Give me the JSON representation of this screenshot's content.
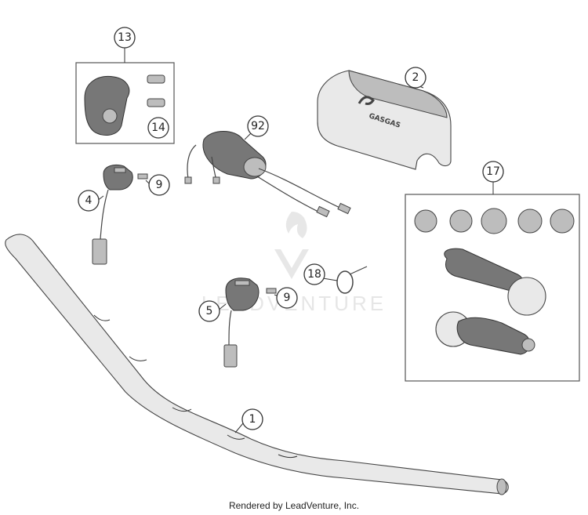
{
  "callouts": {
    "c1": "1",
    "c2": "2",
    "c4": "4",
    "c5": "5",
    "c9a": "9",
    "c9b": "9",
    "c13": "13",
    "c14": "14",
    "c17": "17",
    "c18": "18",
    "c92": "92"
  },
  "watermark": "LEADVENTURE",
  "footer": "Rendered by LeadVenture, Inc."
}
